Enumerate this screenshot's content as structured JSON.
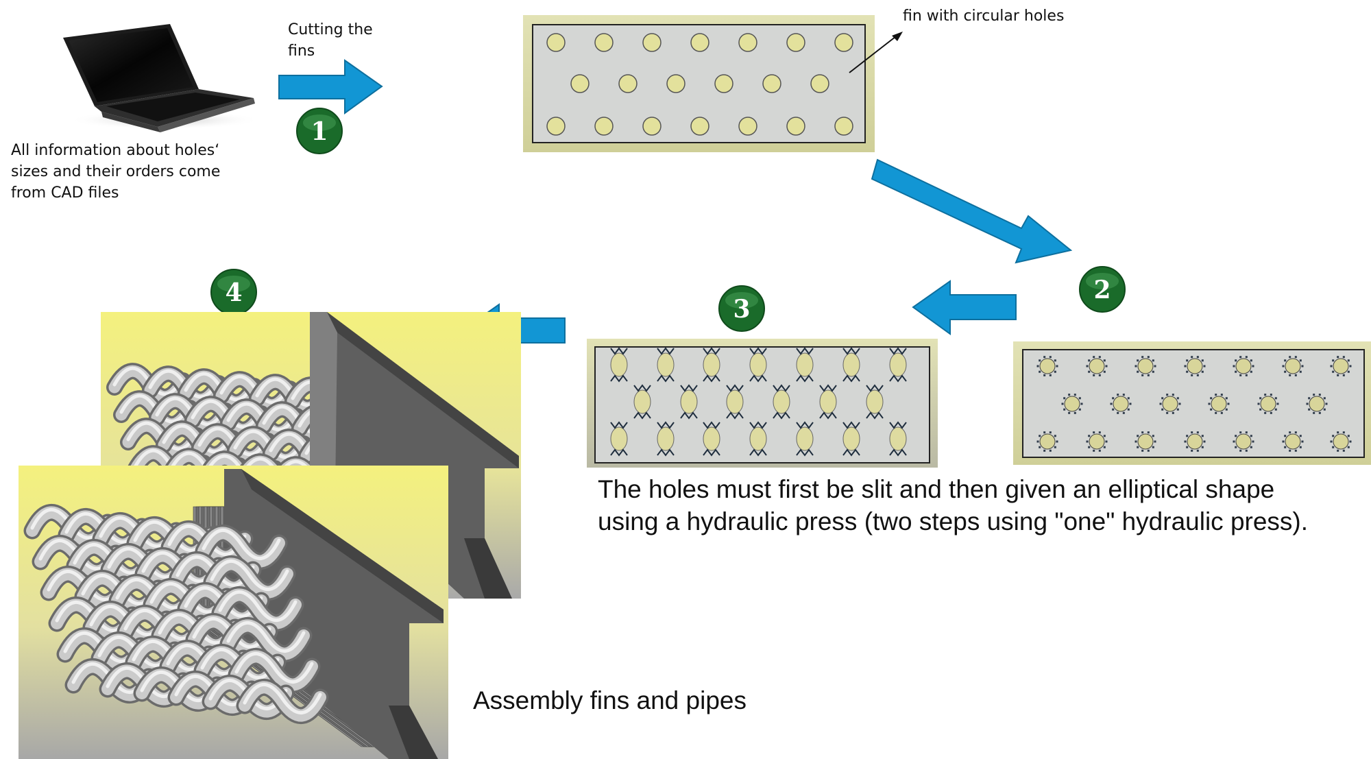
{
  "steps": {
    "cut_label": "Cutting the fins",
    "cut_label_line1": "Cutting the",
    "cut_label_line2": "fins",
    "badge_1": "1",
    "badge_2": "2",
    "badge_3": "3",
    "badge_4": "4"
  },
  "laptop_caption": {
    "line1": "All information about holes‘",
    "line2": "sizes and their orders come",
    "line3": "from CAD files"
  },
  "fin_label": "fin with circular holes",
  "press_caption": {
    "line1": "The holes must first be slit and then given an elliptical shape",
    "line2": "using a hydraulic press (two steps using \"one\" hydraulic press)."
  },
  "assembly_caption": "Assembly fins and pipes",
  "colors": {
    "arrow": "#1296d4",
    "badge": "#1a6b2a",
    "fin_frame": "#d9d9a8",
    "fin_fill": "#d4d6d4",
    "hole": "#e3e19c",
    "render_bg_top": "#f4f17e",
    "render_bg_bottom": "#a9a9a9"
  }
}
